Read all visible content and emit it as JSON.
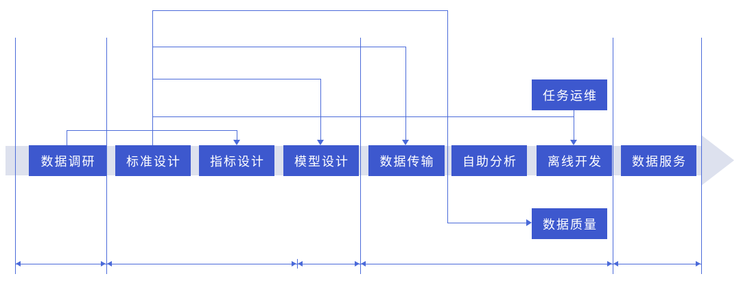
{
  "colors": {
    "node_fill": "#3d58ce",
    "node_text": "#ffffff",
    "line": "#4a6ad9",
    "band": "#dde1ee"
  },
  "flow": {
    "steps": [
      {
        "label": "数据调研"
      },
      {
        "label": "标准设计"
      },
      {
        "label": "指标设计"
      },
      {
        "label": "模型设计"
      },
      {
        "label": "数据传输"
      },
      {
        "label": "自助分析"
      },
      {
        "label": "离线开发"
      },
      {
        "label": "数据服务"
      }
    ]
  },
  "aux": {
    "task_ops": {
      "label": "任务运维"
    },
    "data_quality": {
      "label": "数据质量"
    }
  },
  "connections": [
    {
      "from": "数据调研",
      "to": "指标设计"
    },
    {
      "from": "标准设计",
      "to": "模型设计"
    },
    {
      "from": "标准设计",
      "to": "数据传输"
    },
    {
      "from": "标准设计",
      "to": "离线开发"
    },
    {
      "from": "标准设计",
      "to": "数据质量"
    },
    {
      "from": "任务运维",
      "to": "离线开发"
    }
  ]
}
